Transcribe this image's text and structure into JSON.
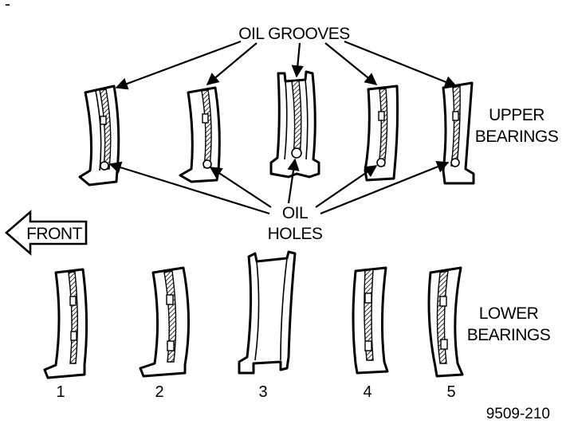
{
  "labels": {
    "oil_grooves": "OIL GROOVES",
    "oil_holes_line1": "OIL",
    "oil_holes_line2": "HOLES",
    "upper_line1": "UPPER",
    "upper_line2": "BEARINGS",
    "lower_line1": "LOWER",
    "lower_line2": "BEARINGS",
    "front": "FRONT",
    "figure_code": "9509-210",
    "corner_mark": "-"
  },
  "bearing_numbers": [
    "1",
    "2",
    "3",
    "4",
    "5"
  ]
}
